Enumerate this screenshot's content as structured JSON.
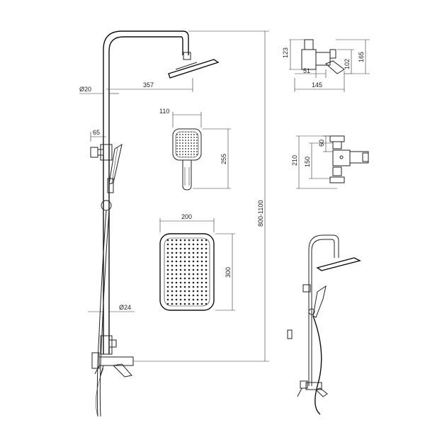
{
  "main_view": {
    "dim_arm_length": "357",
    "dim_pipe_dia_top": "Ø20",
    "dim_holder_offset": "65",
    "dim_pipe_dia_bottom": "Ø24",
    "dim_total_height": "800-1100"
  },
  "hand_shower": {
    "dim_width": "110",
    "dim_length": "255"
  },
  "head_shower": {
    "dim_width": "200",
    "dim_length": "300"
  },
  "mixer_top_view": {
    "dim_height_a": "123",
    "dim_height_b": "102",
    "dim_height_c": "165",
    "dim_width_a": "51",
    "dim_width_b": "145"
  },
  "mixer_front_view": {
    "dim_outer": "210",
    "dim_inner": "150",
    "dim_offset": "60"
  },
  "colors": {
    "line": "#222222",
    "background": "#ffffff"
  }
}
